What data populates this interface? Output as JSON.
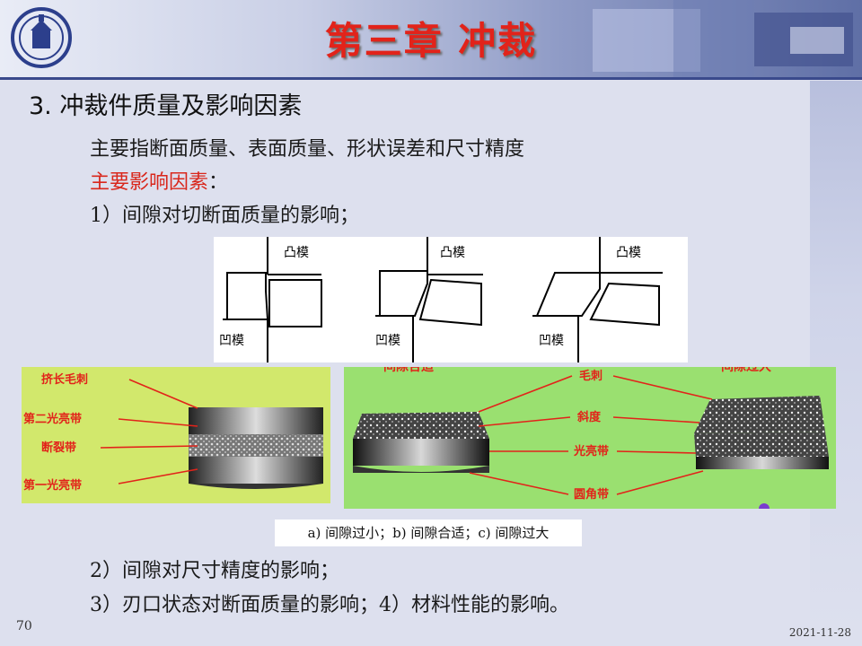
{
  "header": {
    "title": "第三章  冲裁"
  },
  "content": {
    "section_title": "3. 冲裁件质量及影响因素",
    "line1": "主要指断面质量、表面质量、形状误差和尺寸精度",
    "line2_red": "主要影响因素",
    "line2_colon": "：",
    "line3": "1）间隙对切断面质量的影响；",
    "line4": "2）间隙对尺寸精度的影响；",
    "line5": "3）刃口状态对断面质量的影响；4）材料性能的影响。"
  },
  "figure_top": {
    "punch_label": "凸模",
    "die_label": "凹模"
  },
  "figure_left": {
    "labels": [
      "挤长毛刺",
      "第二光亮带",
      "断裂带",
      "第一光亮带"
    ],
    "label_color": "#e2231a",
    "background": "#d2e86c"
  },
  "figure_right": {
    "left_title": "间隙合适",
    "right_title": "间隙过大",
    "labels": [
      "毛刺",
      "斜度",
      "光亮带",
      "圆角带"
    ],
    "label_color": "#e2231a",
    "background": "#9ae070"
  },
  "caption": "a) 间隙过小；b) 间隙合适；c) 间隙过大",
  "footer": {
    "page_number": "70",
    "date": "2021-11-28"
  }
}
